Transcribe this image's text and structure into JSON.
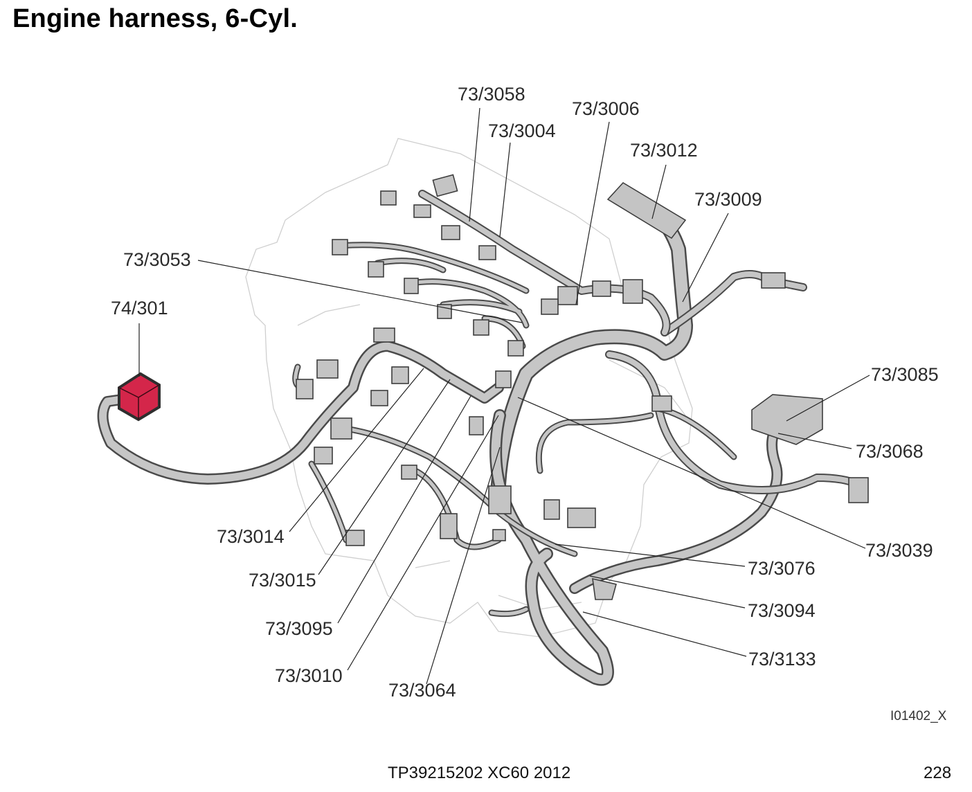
{
  "page": {
    "title": "Engine harness, 6-Cyl.",
    "figure_ref": "I01402_X",
    "document": "TP39215202 XC60 2012",
    "page_number": "228"
  },
  "highlight_color": "#d4264a",
  "callouts": [
    {
      "id": "c3058",
      "label": "73/3058"
    },
    {
      "id": "c3004",
      "label": "73/3004"
    },
    {
      "id": "c3006",
      "label": "73/3006"
    },
    {
      "id": "c3012",
      "label": "73/3012"
    },
    {
      "id": "c3009",
      "label": "73/3009"
    },
    {
      "id": "c3053",
      "label": "73/3053"
    },
    {
      "id": "c301",
      "label": "74/301"
    },
    {
      "id": "c3085",
      "label": "73/3085"
    },
    {
      "id": "c3068",
      "label": "73/3068"
    },
    {
      "id": "c3039",
      "label": "73/3039"
    },
    {
      "id": "c3076",
      "label": "73/3076"
    },
    {
      "id": "c3094",
      "label": "73/3094"
    },
    {
      "id": "c3133",
      "label": "73/3133"
    },
    {
      "id": "c3014",
      "label": "73/3014"
    },
    {
      "id": "c3015",
      "label": "73/3015"
    },
    {
      "id": "c3095",
      "label": "73/3095"
    },
    {
      "id": "c3010",
      "label": "73/3010"
    },
    {
      "id": "c3064",
      "label": "73/3064"
    }
  ]
}
